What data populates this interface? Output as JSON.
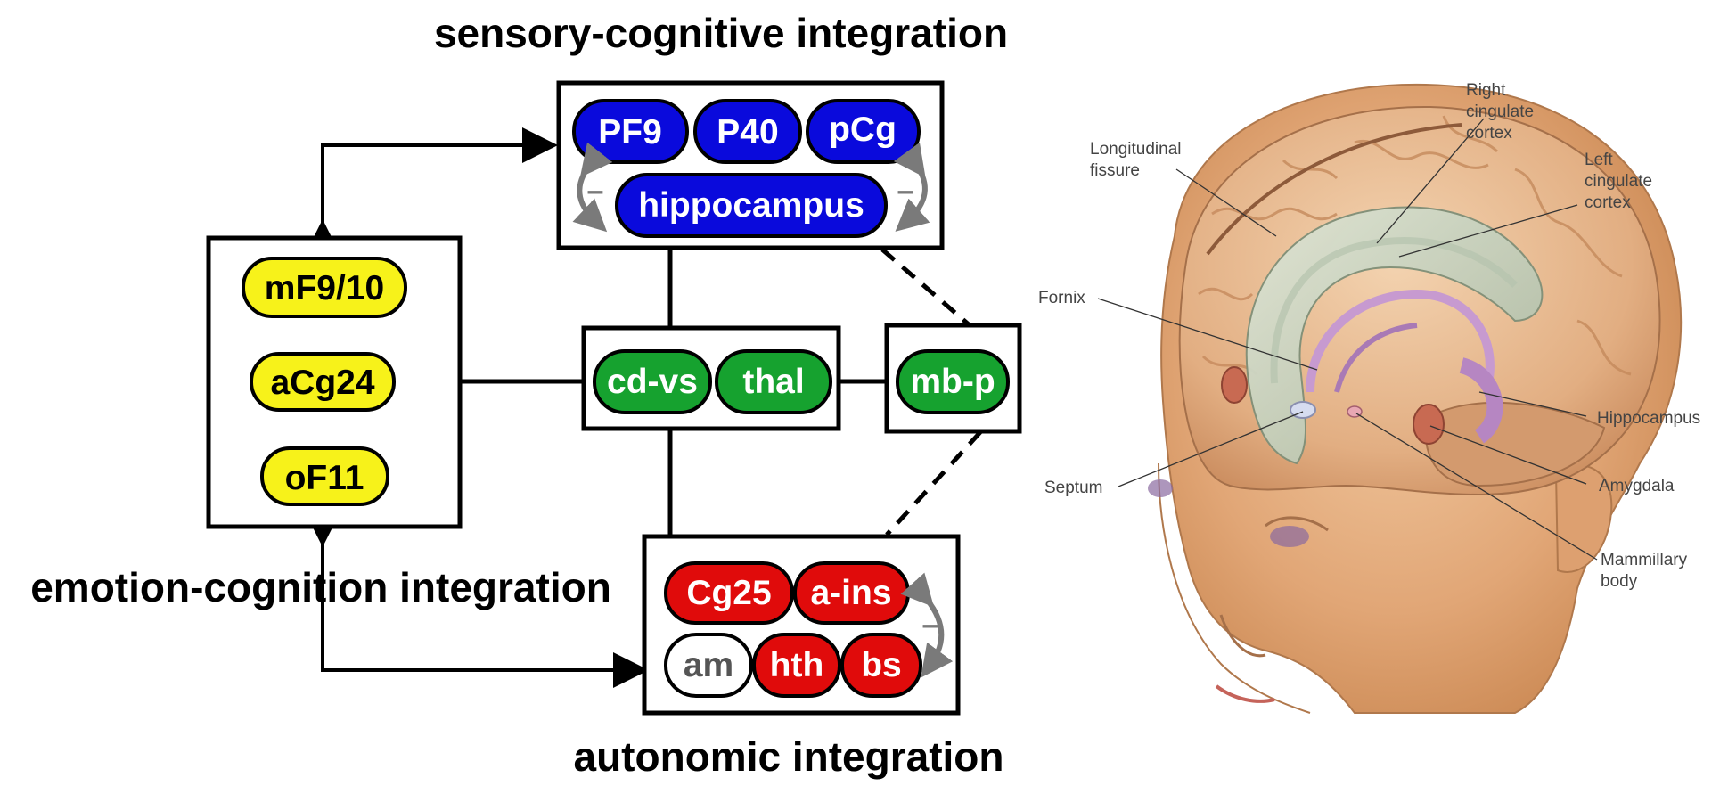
{
  "titles": {
    "sensory": "sensory-cognitive integration",
    "emotion": "emotion-cognition integration",
    "autonomic": "autonomic integration"
  },
  "colors": {
    "blue": "#0a0adc",
    "yellow": "#f7f21a",
    "green": "#16a22f",
    "red": "#e00b0b",
    "white": "#ffffff",
    "arrow_gray": "#7a7a7a"
  },
  "regions": {
    "pf9": "PF9",
    "p40": "P40",
    "pcg": "pCg",
    "hippocampus": "hippocampus",
    "mf910": "mF9/10",
    "acg24": "aCg24",
    "of11": "oF11",
    "cdvs": "cd-vs",
    "thal": "thal",
    "mbp": "mb-p",
    "cg25": "Cg25",
    "ains": "a-ins",
    "am": "am",
    "hth": "hth",
    "bs": "bs"
  },
  "inhibition_sign": "–",
  "brain_labels": {
    "right_cingulate": [
      "Right",
      "cingulate",
      "cortex"
    ],
    "left_cingulate": [
      "Left",
      "cingulate",
      "cortex"
    ],
    "longitudinal": [
      "Longitudinal",
      "fissure"
    ],
    "fornix": "Fornix",
    "hippocampus": "Hippocampus",
    "septum": "Septum",
    "amygdala": "Amygdala",
    "mammillary": [
      "Mammillary",
      "body"
    ]
  }
}
